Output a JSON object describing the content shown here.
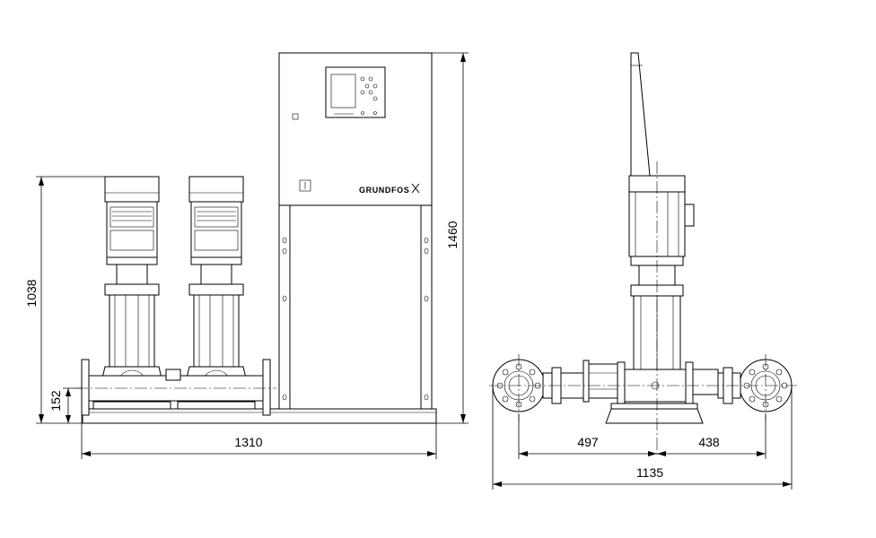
{
  "front_view": {
    "dim_width": "1310",
    "dim_height_panel": "1460",
    "dim_height_pump": "1038",
    "dim_height_inlet": "152",
    "brand": "GRUNDFOS"
  },
  "side_view": {
    "dim_left": "497",
    "dim_right": "438",
    "dim_total": "1135"
  }
}
